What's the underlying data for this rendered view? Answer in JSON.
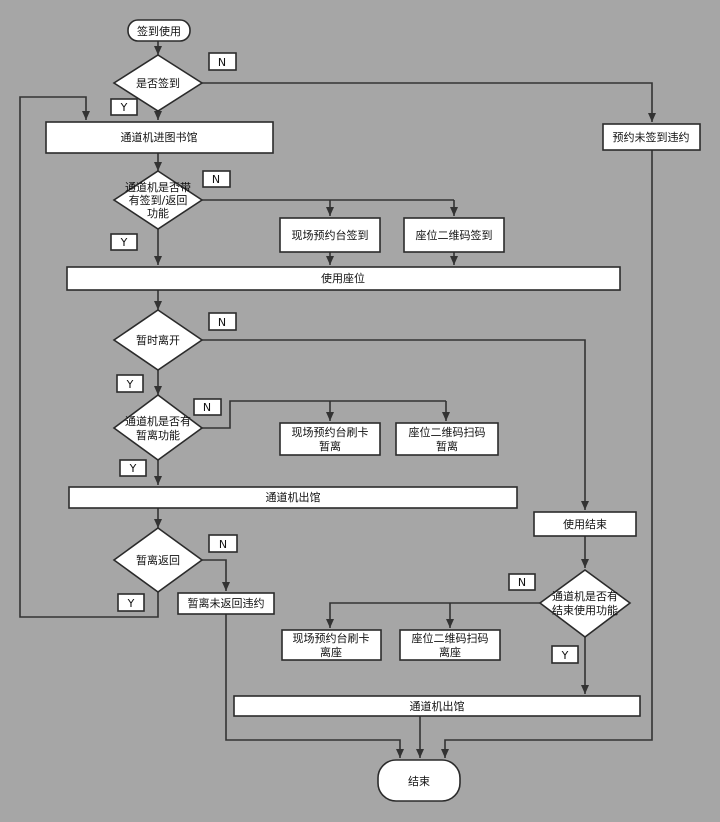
{
  "start": "签到使用",
  "d_signin": "是否签到",
  "enter_lib": "通道机进图书馆",
  "violation_no_signin": "预约未签到违约",
  "d_gate_sign": [
    "通道机是否带",
    "有签到/返回",
    "功能"
  ],
  "sign_desk": "现场预约台签到",
  "sign_qr": "座位二维码签到",
  "use_seat": "使用座位",
  "d_temp_leave": "暂时离开",
  "d_gate_leave": [
    "通道机是否有",
    "暂离功能"
  ],
  "leave_desk": [
    "现场预约台刷卡",
    "暂离"
  ],
  "leave_qr": [
    "座位二维码扫码",
    "暂离"
  ],
  "exit_lib_1": "通道机出馆",
  "end_use": "使用结束",
  "d_return": "暂离返回",
  "violation_no_return": "暂离未返回违约",
  "d_gate_end": [
    "通道机是否有",
    "结束使用功能"
  ],
  "leave_seat_desk": [
    "现场预约台刷卡",
    "离座"
  ],
  "leave_seat_qr": [
    "座位二维码扫码",
    "离座"
  ],
  "exit_lib_2": "通道机出馆",
  "end": "结束",
  "yes": "Y",
  "no": "N"
}
